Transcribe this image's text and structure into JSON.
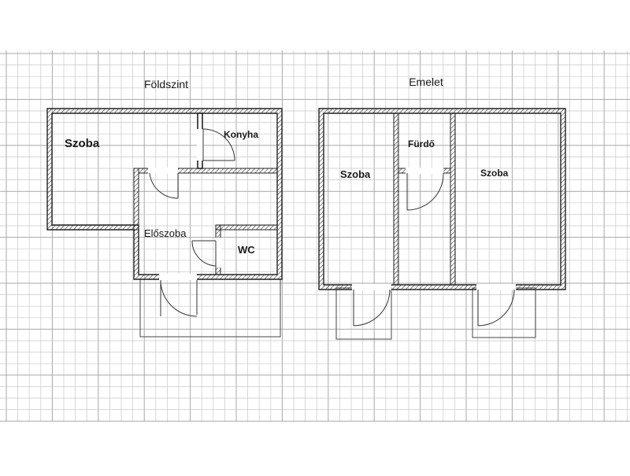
{
  "plan": {
    "ground_floor": {
      "title": "Földszint",
      "rooms": {
        "szoba": "Szoba",
        "konyha": "Konyha",
        "eloszoba": "Előszoba",
        "wc": "WC"
      }
    },
    "upper_floor": {
      "title": "Emelet",
      "rooms": {
        "szoba_left": "Szoba",
        "furdo": "Fürdő",
        "szoba_right": "Szoba"
      }
    }
  },
  "colors": {
    "grid_minor": "#c8c8c8",
    "grid_major": "#a8a8a8",
    "wall": "#222222",
    "background": "#ffffff"
  }
}
